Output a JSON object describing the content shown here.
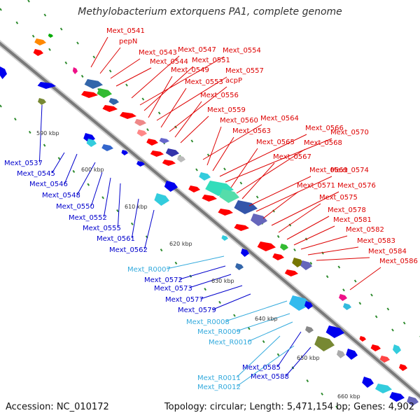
{
  "title": "Methylobacterium extorquens PA1, complete genome",
  "accession": "Accession: NC_010172",
  "summary": "Topology: circular; Length: 5,471,154 bp; Genes: 4,902",
  "colors": {
    "backbone": "#888888",
    "tick": "#2e8b2e",
    "cds_forward": "#ff0000",
    "cds_reverse": "#0000ee",
    "rna": "#33bbee",
    "label_forward": "#dd0000",
    "label_reverse": "#0000cc",
    "label_rna": "#33aadd",
    "ruler_text": "#333333"
  },
  "ruler_labels": [
    "590 kbp",
    "600 kbp",
    "610 kbp",
    "620 kbp",
    "630 kbp",
    "640 kbp",
    "650 kbp",
    "660 kbp"
  ],
  "forward_labels": [
    "Mext_0541",
    "pepN",
    "Mext_0543",
    "Mext_0544",
    "Mext_0547",
    "Mext_0554",
    "Mext_0551",
    "Mext_0549",
    "Mext_0557",
    "Mext_0553",
    "acpP",
    "Mext_0556",
    "Mext_0559",
    "Mext_0564",
    "Mext_0560",
    "Mext_0563",
    "Mext_0566",
    "Mext_0570",
    "Mext_0565",
    "Mext_0568",
    "Mext_0567",
    "Mext_0569",
    "Mext_0574",
    "Mext_0571",
    "Mext_0576",
    "Mext_0575",
    "Mext_0578",
    "Mext_0581",
    "Mext_0582",
    "Mext_0583",
    "Mext_0584",
    "Mext_0586"
  ],
  "reverse_labels": [
    "Mext_0537",
    "Mext_0545",
    "Mext_0546",
    "Mext_0548",
    "Mext_0550",
    "Mext_0552",
    "Mext_0555",
    "Mext_0561",
    "Mext_0562",
    "Mext_R0007",
    "Mext_0572",
    "Mext_0573",
    "Mext_0577",
    "Mext_0579",
    "Mext_R0008",
    "Mext_R0009",
    "Mext_R0010",
    "Mext_0585",
    "Mext_0588",
    "Mext_R0011",
    "Mext_R0012"
  ]
}
